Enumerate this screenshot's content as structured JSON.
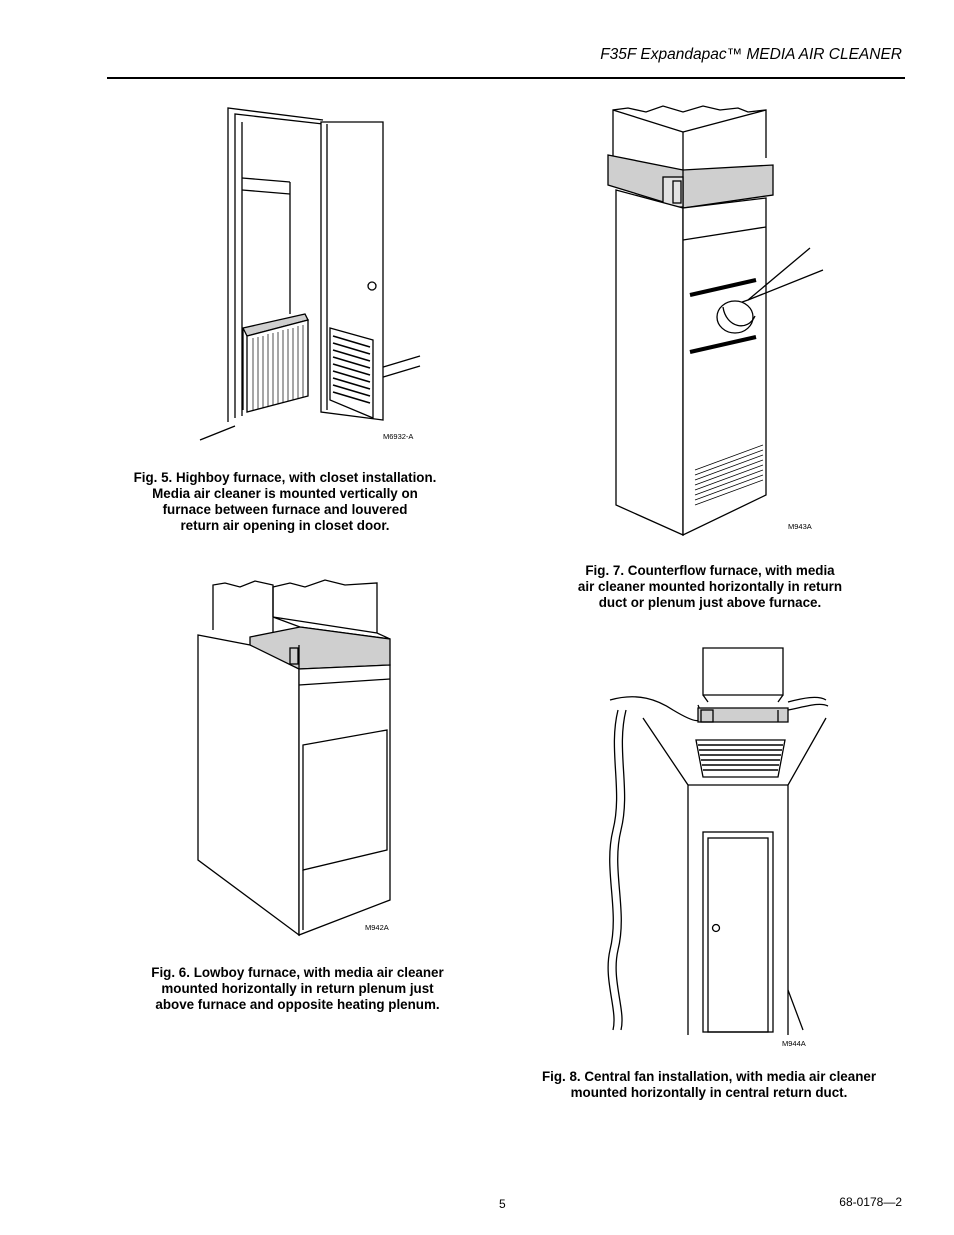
{
  "header": {
    "title": "F35F Expandapac™ MEDIA AIR CLEANER"
  },
  "figures": [
    {
      "code": "M6932-A",
      "caption_lines": [
        "Fig. 5. Highboy furnace, with closet installation.",
        "Media air cleaner is mounted vertically on",
        "furnace between furnace and louvered",
        "return air opening in closet door."
      ]
    },
    {
      "code": "M942A",
      "caption_lines": [
        "Fig. 6. Lowboy furnace, with media air cleaner",
        "mounted horizontally in return plenum just",
        "above furnace and opposite heating plenum."
      ]
    },
    {
      "code": "M943A",
      "caption_lines": [
        "Fig. 7. Counterflow furnace, with media",
        "air cleaner mounted horizontally in return",
        "duct or plenum just above furnace."
      ]
    },
    {
      "code": "M944A",
      "caption_lines": [
        "Fig. 8. Central fan installation, with media air cleaner",
        "mounted horizontally in central return duct."
      ]
    }
  ],
  "footer": {
    "page_number": "5",
    "doc_number": "68-0178—2"
  }
}
